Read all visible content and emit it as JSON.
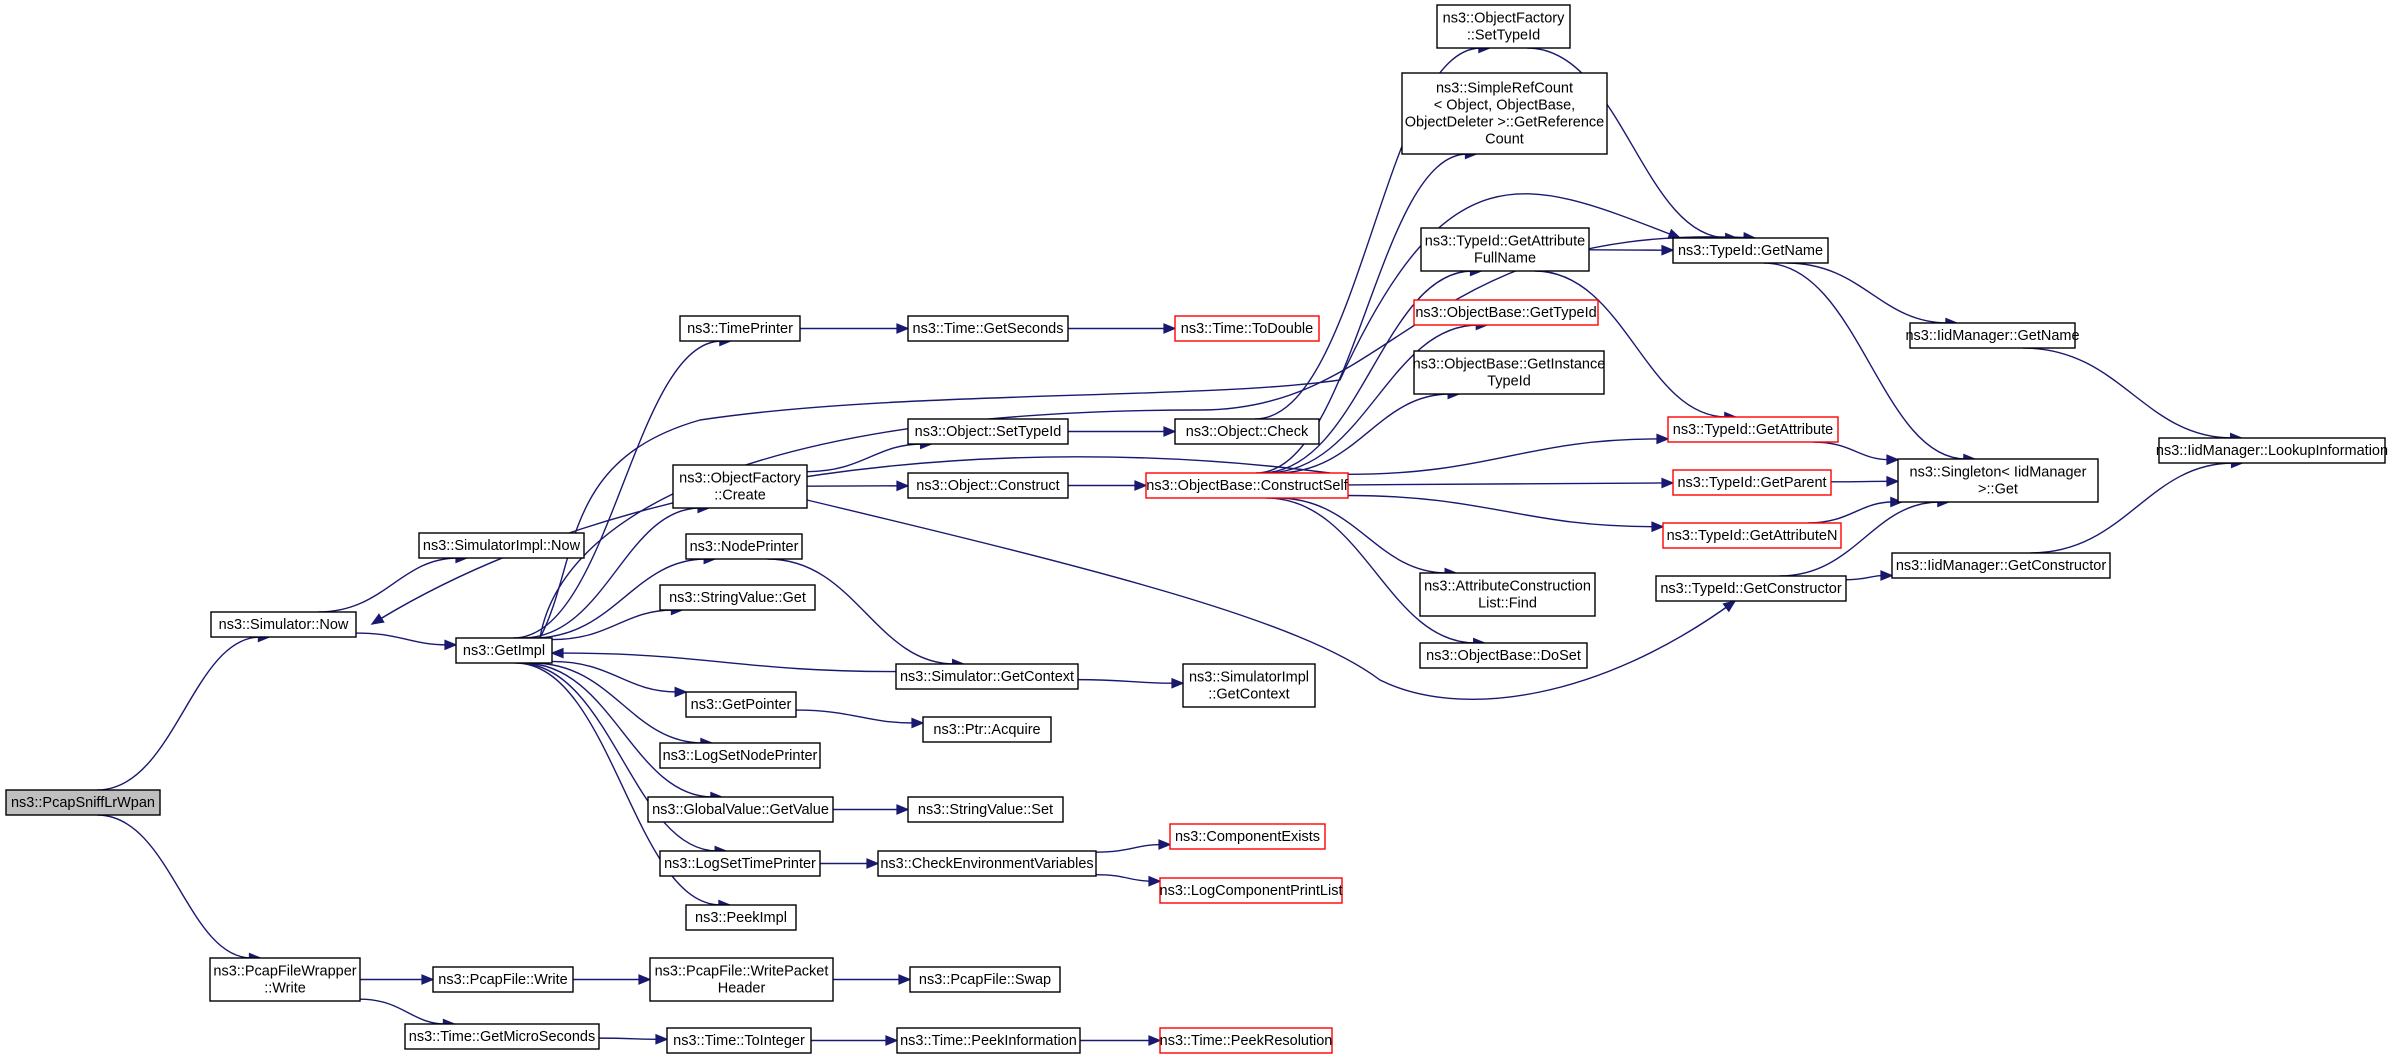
{
  "colors": {
    "edge": "#191970",
    "node_border": "#000000",
    "truncated_border": "#ff0000",
    "root_fill": "#bfbfbf",
    "node_fill": "#ffffff"
  },
  "nodes": {
    "pcapsniff": {
      "lines": [
        "ns3::PcapSniffLrWpan"
      ],
      "style": "root"
    },
    "simnow": {
      "lines": [
        "ns3::Simulator::Now"
      ],
      "style": "normal"
    },
    "pcapfw": {
      "lines": [
        "ns3::PcapFileWrapper",
        "::Write"
      ],
      "style": "normal"
    },
    "simimplnow": {
      "lines": [
        "ns3::SimulatorImpl::Now"
      ],
      "style": "normal"
    },
    "getimpl": {
      "lines": [
        "ns3::GetImpl"
      ],
      "style": "normal"
    },
    "pcapwrite": {
      "lines": [
        "ns3::PcapFile::Write"
      ],
      "style": "normal"
    },
    "getmicro": {
      "lines": [
        "ns3::Time::GetMicroSeconds"
      ],
      "style": "normal"
    },
    "timeprinter": {
      "lines": [
        "ns3::TimePrinter"
      ],
      "style": "normal"
    },
    "ofcreate": {
      "lines": [
        "ns3::ObjectFactory",
        "::Create"
      ],
      "style": "normal"
    },
    "nodeprinter": {
      "lines": [
        "ns3::NodePrinter"
      ],
      "style": "normal"
    },
    "svget": {
      "lines": [
        "ns3::StringValue::Get"
      ],
      "style": "normal"
    },
    "getpointer": {
      "lines": [
        "ns3::GetPointer"
      ],
      "style": "normal"
    },
    "logsetnode": {
      "lines": [
        "ns3::LogSetNodePrinter"
      ],
      "style": "normal"
    },
    "gvgetvalue": {
      "lines": [
        "ns3::GlobalValue::GetValue"
      ],
      "style": "normal"
    },
    "logsettime": {
      "lines": [
        "ns3::LogSetTimePrinter"
      ],
      "style": "normal"
    },
    "peekimpl": {
      "lines": [
        "ns3::PeekImpl"
      ],
      "style": "normal"
    },
    "writepkthdr": {
      "lines": [
        "ns3::PcapFile::WritePacket",
        "Header"
      ],
      "style": "normal"
    },
    "tointeger": {
      "lines": [
        "ns3::Time::ToInteger"
      ],
      "style": "normal"
    },
    "getseconds": {
      "lines": [
        "ns3::Time::GetSeconds"
      ],
      "style": "normal"
    },
    "objsettypeid": {
      "lines": [
        "ns3::Object::SetTypeId"
      ],
      "style": "normal"
    },
    "objconstruct": {
      "lines": [
        "ns3::Object::Construct"
      ],
      "style": "normal"
    },
    "simgetctx": {
      "lines": [
        "ns3::Simulator::GetContext"
      ],
      "style": "normal"
    },
    "ptracquire": {
      "lines": [
        "ns3::Ptr::Acquire"
      ],
      "style": "normal"
    },
    "svset": {
      "lines": [
        "ns3::StringValue::Set"
      ],
      "style": "normal"
    },
    "checkenv": {
      "lines": [
        "ns3::CheckEnvironmentVariables"
      ],
      "style": "normal"
    },
    "pcapswap": {
      "lines": [
        "ns3::PcapFile::Swap"
      ],
      "style": "normal"
    },
    "peekinfo": {
      "lines": [
        "ns3::Time::PeekInformation"
      ],
      "style": "normal"
    },
    "todouble": {
      "lines": [
        "ns3::Time::ToDouble"
      ],
      "style": "truncated"
    },
    "objcheck": {
      "lines": [
        "ns3::Object::Check"
      ],
      "style": "normal"
    },
    "constructself": {
      "lines": [
        "ns3::ObjectBase::ConstructSelf"
      ],
      "style": "truncated"
    },
    "simimplctx": {
      "lines": [
        "ns3::SimulatorImpl",
        "::GetContext"
      ],
      "style": "normal"
    },
    "compexists": {
      "lines": [
        "ns3::ComponentExists"
      ],
      "style": "truncated"
    },
    "logcompprint": {
      "lines": [
        "ns3::LogComponentPrintList"
      ],
      "style": "truncated"
    },
    "peekres": {
      "lines": [
        "ns3::Time::PeekResolution"
      ],
      "style": "truncated"
    },
    "ofsettypeid": {
      "lines": [
        "ns3::ObjectFactory",
        "::SetTypeId"
      ],
      "style": "normal"
    },
    "simplerefcount": {
      "lines": [
        "ns3::SimpleRefCount",
        "< Object, ObjectBase,",
        "ObjectDeleter >::GetReference",
        "Count"
      ],
      "style": "normal"
    },
    "getattrfull": {
      "lines": [
        "ns3::TypeId::GetAttribute",
        "FullName"
      ],
      "style": "normal"
    },
    "obgettypeid": {
      "lines": [
        "ns3::ObjectBase::GetTypeId"
      ],
      "style": "truncated"
    },
    "obgetinst": {
      "lines": [
        "ns3::ObjectBase::GetInstance",
        "TypeId"
      ],
      "style": "normal"
    },
    "acfind": {
      "lines": [
        "ns3::AttributeConstruction",
        "List::Find"
      ],
      "style": "normal"
    },
    "obdoset": {
      "lines": [
        "ns3::ObjectBase::DoSet"
      ],
      "style": "normal"
    },
    "tidgetname": {
      "lines": [
        "ns3::TypeId::GetName"
      ],
      "style": "normal"
    },
    "tidgetattr": {
      "lines": [
        "ns3::TypeId::GetAttribute"
      ],
      "style": "truncated"
    },
    "tidgetparent": {
      "lines": [
        "ns3::TypeId::GetParent"
      ],
      "style": "truncated"
    },
    "tidgetattrn": {
      "lines": [
        "ns3::TypeId::GetAttributeN"
      ],
      "style": "truncated"
    },
    "tidgetctor": {
      "lines": [
        "ns3::TypeId::GetConstructor"
      ],
      "style": "normal"
    },
    "iidgetname": {
      "lines": [
        "ns3::IidManager::GetName"
      ],
      "style": "normal"
    },
    "singleton": {
      "lines": [
        "ns3::Singleton< IidManager",
        ">::Get"
      ],
      "style": "normal"
    },
    "iidgetctor": {
      "lines": [
        "ns3::IidManager::GetConstructor"
      ],
      "style": "normal"
    },
    "iidlookup": {
      "lines": [
        "ns3::IidManager::LookupInformation"
      ],
      "style": "normal"
    }
  },
  "edges": [
    [
      "pcapsniff",
      "simnow"
    ],
    [
      "pcapsniff",
      "pcapfw"
    ],
    [
      "simnow",
      "simimplnow"
    ],
    [
      "simnow",
      "getimpl"
    ],
    [
      "pcapfw",
      "pcapwrite"
    ],
    [
      "pcapfw",
      "getmicro"
    ],
    [
      "getimpl",
      "timeprinter"
    ],
    [
      "getimpl",
      "ofcreate"
    ],
    [
      "getimpl",
      "nodeprinter"
    ],
    [
      "getimpl",
      "svget"
    ],
    [
      "getimpl",
      "getpointer"
    ],
    [
      "getimpl",
      "logsetnode"
    ],
    [
      "getimpl",
      "gvgetvalue"
    ],
    [
      "getimpl",
      "logsettime"
    ],
    [
      "getimpl",
      "peekimpl"
    ],
    [
      "getimpl",
      "simnow"
    ],
    [
      "getimpl",
      "tidgetname"
    ],
    [
      "pcapwrite",
      "writepkthdr"
    ],
    [
      "getmicro",
      "tointeger"
    ],
    [
      "timeprinter",
      "getseconds"
    ],
    [
      "ofcreate",
      "objsettypeid"
    ],
    [
      "ofcreate",
      "objconstruct"
    ],
    [
      "ofcreate",
      "tidgetctor"
    ],
    [
      "nodeprinter",
      "simgetctx"
    ],
    [
      "simgetctx",
      "getimpl"
    ],
    [
      "simgetctx",
      "simimplctx"
    ],
    [
      "getpointer",
      "ptracquire"
    ],
    [
      "gvgetvalue",
      "svset"
    ],
    [
      "logsettime",
      "checkenv"
    ],
    [
      "writepkthdr",
      "pcapswap"
    ],
    [
      "tointeger",
      "peekinfo"
    ],
    [
      "getseconds",
      "todouble"
    ],
    [
      "objsettypeid",
      "objcheck"
    ],
    [
      "objconstruct",
      "constructself"
    ],
    [
      "checkenv",
      "compexists"
    ],
    [
      "checkenv",
      "logcompprint"
    ],
    [
      "peekinfo",
      "peekres"
    ],
    [
      "objcheck",
      "ofsettypeid"
    ],
    [
      "constructself",
      "simplerefcount"
    ],
    [
      "constructself",
      "getattrfull"
    ],
    [
      "constructself",
      "obgettypeid"
    ],
    [
      "constructself",
      "obgetinst"
    ],
    [
      "constructself",
      "acfind"
    ],
    [
      "constructself",
      "obdoset"
    ],
    [
      "constructself",
      "tidgetattr"
    ],
    [
      "constructself",
      "tidgetparent"
    ],
    [
      "constructself",
      "tidgetattrn"
    ],
    [
      "constructself",
      "timeprinter"
    ],
    [
      "ofsettypeid",
      "tidgetname"
    ],
    [
      "getattrfull",
      "tidgetname"
    ],
    [
      "getattrfull",
      "tidgetattr"
    ],
    [
      "tidgetname",
      "iidgetname"
    ],
    [
      "tidgetname",
      "singleton"
    ],
    [
      "tidgetattr",
      "singleton"
    ],
    [
      "tidgetparent",
      "singleton"
    ],
    [
      "tidgetattrn",
      "singleton"
    ],
    [
      "tidgetctor",
      "singleton"
    ],
    [
      "tidgetctor",
      "iidgetctor"
    ],
    [
      "iidgetname",
      "iidlookup"
    ],
    [
      "iidgetctor",
      "iidlookup"
    ]
  ]
}
